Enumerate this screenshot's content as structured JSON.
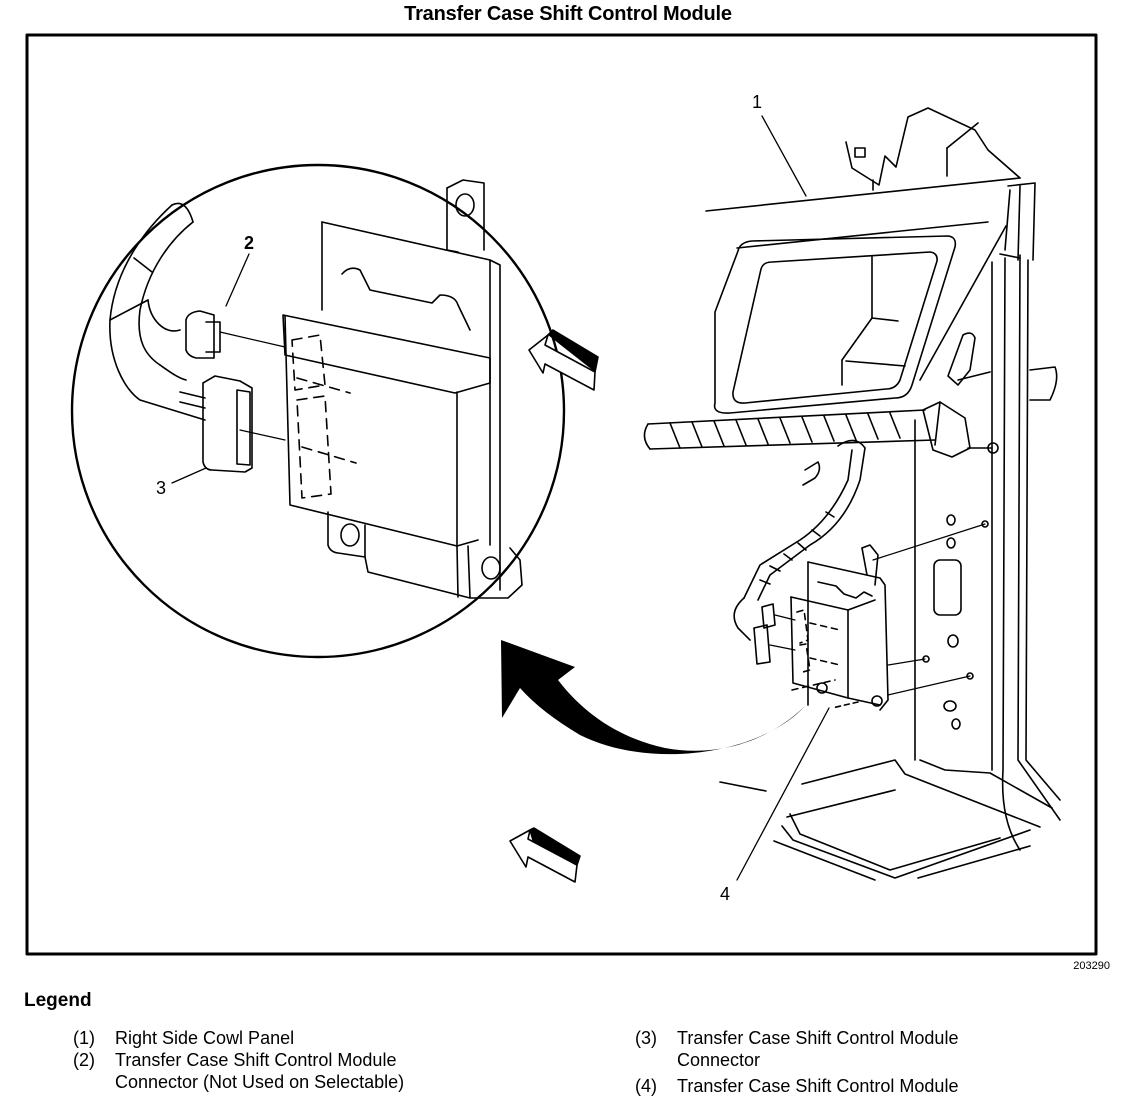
{
  "title": "Transfer Case Shift Control Module",
  "figure_id": "203290",
  "callouts": [
    "1",
    "2",
    "3",
    "4"
  ],
  "legend": {
    "heading": "Legend",
    "left": [
      {
        "num": "(1)",
        "text": "Right Side Cowl Panel"
      },
      {
        "num": "(2)",
        "text": "Transfer Case Shift Control Module Connector (Not Used on Selectable)"
      }
    ],
    "right": [
      {
        "num": "(3)",
        "text": "Transfer Case Shift Control Module Connector"
      },
      {
        "num": "(4)",
        "text": "Transfer Case Shift Control Module"
      }
    ]
  }
}
